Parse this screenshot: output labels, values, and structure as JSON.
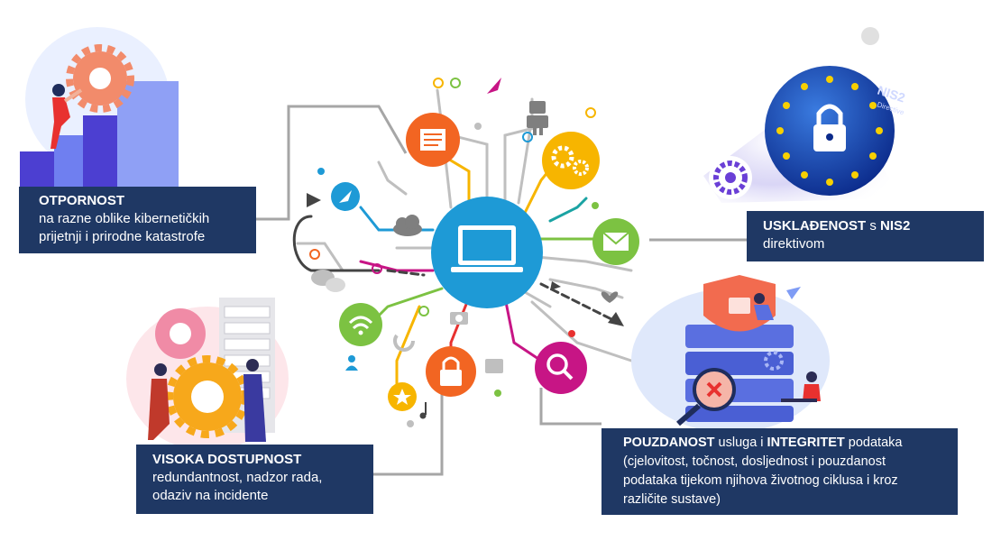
{
  "boxes": {
    "otpornost": {
      "title": "OTPORNOST",
      "line1": "na razne oblike kibernetičkih",
      "line2": "prijetnji i prirodne katastrofe"
    },
    "nis2": {
      "title_bold": "USKLAĐENOST",
      "title_normal": " s ",
      "title_bold2": "NIS2",
      "line1": "direktivom"
    },
    "visoka": {
      "title": "VISOKA DOSTUPNOST",
      "line1": "redundantnost, nadzor rada,",
      "line2": "odaziv na incidente"
    },
    "pouzdanost": {
      "bold1": "POUZDANOST",
      "normal1": " usluga i ",
      "bold2": "INTEGRITET",
      "normal2": " podataka",
      "line1": "(cjelovitost, točnost, dosljednost i pouzdanost",
      "line2": "podataka tijekom njihova životnog ciklusa i kroz",
      "line3": "različite sustave)"
    }
  },
  "illustration_text": {
    "nis2_label": "NIS2",
    "nis2_sub": "Directive"
  },
  "colors": {
    "box_bg": "#1f3864",
    "hub": "#1e9ad6",
    "orange": "#f26522",
    "yellow": "#f7b500",
    "green": "#7cc242",
    "red": "#e8312f",
    "magenta": "#c71585",
    "purple": "#8e44ad",
    "teal": "#1aa3a3"
  },
  "icons": {
    "hub": "laptop-icon",
    "nodes": [
      "document-icon",
      "gear-icon",
      "mail-icon",
      "wifi-icon",
      "lock-icon",
      "search-icon",
      "rocket-icon",
      "robot-icon",
      "cloud-icon",
      "star-icon",
      "camera-icon",
      "like-icon",
      "heart-icon",
      "user-icon",
      "chat-icon",
      "refresh-icon",
      "music-icon"
    ]
  }
}
